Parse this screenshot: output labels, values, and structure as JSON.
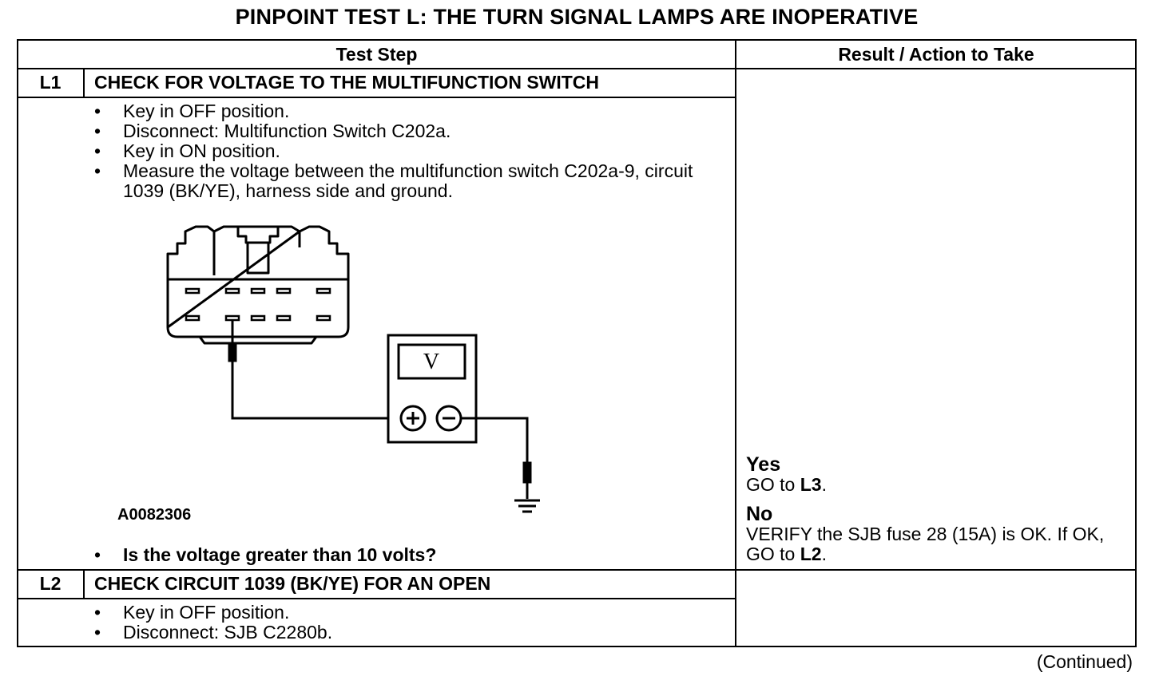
{
  "title": "PINPOINT TEST  L: THE TURN SIGNAL LAMPS ARE INOPERATIVE",
  "header": {
    "test_step": "Test Step",
    "result": "Result / Action to Take"
  },
  "steps": [
    {
      "id": "L1",
      "title": "CHECK FOR VOLTAGE TO THE MULTIFUNCTION SWITCH",
      "bullets": [
        "Key in OFF position.",
        "Disconnect: Multifunction Switch C202a.",
        "Key in ON position.",
        "Measure the voltage between the multifunction switch C202a-9, circuit 1039 (BK/YE), harness side and ground."
      ],
      "figure_id": "A0082306",
      "meter_label": "V",
      "question": "Is the voltage greater than 10 volts?",
      "results": {
        "yes_label": "Yes",
        "yes_pre": "GO to ",
        "yes_ref": "L3",
        "yes_post": ".",
        "no_label": "No",
        "no_pre": "VERIFY the SJB fuse 28 (15A) is OK. If OK, GO to ",
        "no_ref": "L2",
        "no_post": "."
      }
    },
    {
      "id": "L2",
      "title": "CHECK CIRCUIT 1039 (BK/YE) FOR AN OPEN",
      "bullets": [
        "Key in OFF position.",
        "Disconnect: SJB C2280b."
      ]
    }
  ],
  "continued": "(Continued)"
}
